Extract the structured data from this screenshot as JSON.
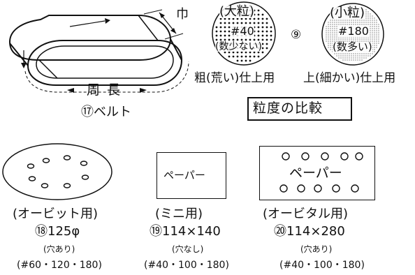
{
  "belt": {
    "width_label": "巾",
    "circumference_label": "周 長",
    "caption": "⑰ベルト"
  },
  "grit_comparison": {
    "coarse": {
      "size_label": "(大粒)",
      "grit": "#40",
      "count_label": "(数少ない)"
    },
    "fine": {
      "size_label": "(小粒)",
      "grit": "#180",
      "count_label": "(数多い)"
    },
    "ref_number": "⑨",
    "coarse_use": "粗(荒い)仕上用",
    "fine_use": "上(細かい)仕上用",
    "title": "粒度の比較"
  },
  "sandpapers": [
    {
      "name": "(オービット用)",
      "size": "⑱125φ",
      "holes": "(穴あり)",
      "grits": "(#60・120・180)"
    },
    {
      "label": "ペーパー",
      "name": "(ミニ用)",
      "size": "⑲114×140",
      "holes": "(穴なし)",
      "grits": "(#40・100・180)"
    },
    {
      "label": "ペーパー",
      "name": "(オービタル用)",
      "size": "⑳114×280",
      "holes": "(穴あり)",
      "grits": "(#40・100・180)"
    }
  ]
}
